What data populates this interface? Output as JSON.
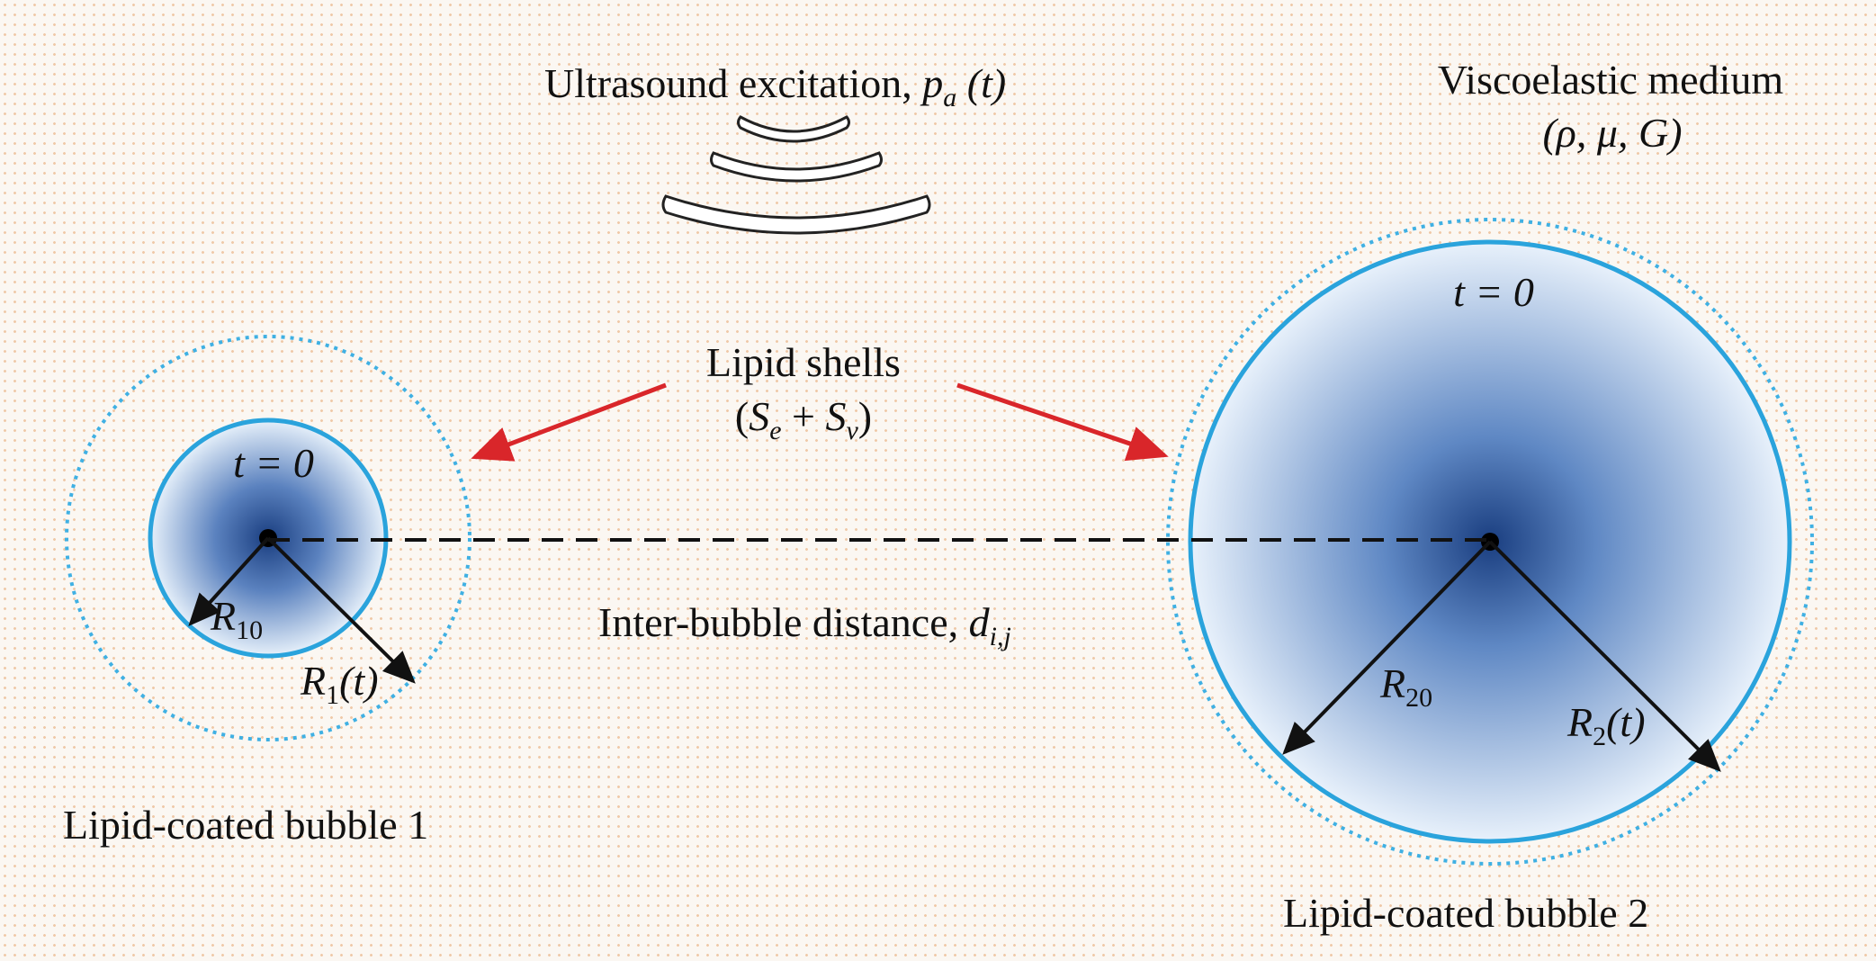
{
  "title": {
    "excitation_text": "Ultrasound excitation, ",
    "excitation_sym": "p",
    "excitation_sub": "a",
    "excitation_arg": " (t)"
  },
  "medium": {
    "line1": "Viscoelastic medium",
    "line2": "(ρ, μ, G)"
  },
  "shells": {
    "line1": "Lipid shells",
    "open": "(",
    "se_sym": "S",
    "se_sub": "e",
    "plus": " + ",
    "sv_sym": "S",
    "sv_sub": "v",
    "close": ")"
  },
  "distance": {
    "text": "Inter-bubble distance, ",
    "sym": "d",
    "sub": "i,j"
  },
  "bubble1": {
    "label": "Lipid-coated bubble 1",
    "time": "t = 0",
    "r0_sym": "R",
    "r0_sub": "10",
    "rt_sym": "R",
    "rt_sub": "1",
    "rt_arg": "(t)"
  },
  "bubble2": {
    "label": "Lipid-coated bubble 2",
    "time": "t = 0",
    "r0_sym": "R",
    "r0_sub": "20",
    "rt_sym": "R",
    "rt_sub": "2",
    "rt_arg": "(t)"
  },
  "colors": {
    "shell_solid": "#2aa3dc",
    "shell_dotted": "#3fb0e3",
    "arrow_red": "#d9262a",
    "bubble_core": "#1a3e80",
    "bubble_edge": "#e6f0fa"
  }
}
